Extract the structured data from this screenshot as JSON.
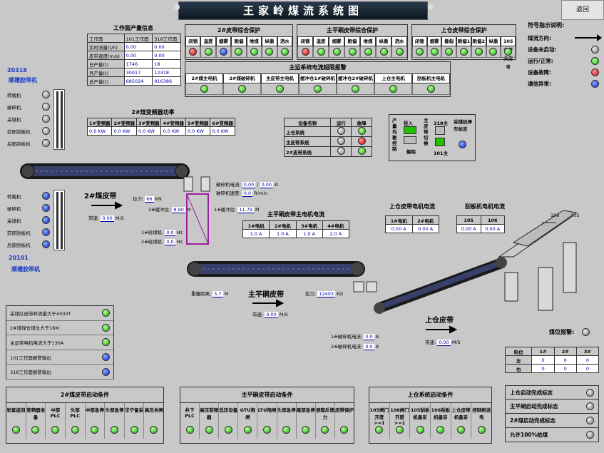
{
  "title": "王家岭煤流系统图",
  "back_label": "返回",
  "prod_info": {
    "title": "工作面产量信息",
    "headers": [
      "工作面",
      "101工作面",
      "318工作面"
    ],
    "rows": [
      {
        "label": "实时流量(t/h)",
        "a": "0.00",
        "b": "0.00"
      },
      {
        "label": "皮带速度(m/s)",
        "a": "0.00",
        "b": "0.00"
      },
      {
        "label": "日产量(t)",
        "a": "1746",
        "b": "18"
      },
      {
        "label": "月产量(t)",
        "a": "30017",
        "b": "12318"
      },
      {
        "label": "总产量(t)",
        "a": "685024",
        "b": "916386"
      }
    ]
  },
  "prot2": {
    "title": "2#皮带综合保护",
    "items": [
      "闭锁",
      "温度",
      "烟雾",
      "跑偏",
      "堆煤",
      "纵撕",
      "洒水"
    ],
    "states": [
      "red",
      "green",
      "blue",
      "green",
      "green",
      "green",
      "green"
    ]
  },
  "prot_main": {
    "title": "主平硐皮带综合保护",
    "items": [
      "闭锁",
      "温度",
      "烟雾",
      "跑偏",
      "堆煤",
      "纵撕",
      "洒水"
    ],
    "states": [
      "red",
      "green",
      "green",
      "green",
      "green",
      "green",
      "green"
    ]
  },
  "prot_up": {
    "title": "上仓皮带综合保护",
    "items": [
      "闭锁",
      "烟雾",
      "撕裂",
      "跑偏1",
      "跑偏2",
      "纵撕",
      "105仓开关信号"
    ],
    "states": [
      "green",
      "green",
      "green",
      "green",
      "green",
      "green",
      "green"
    ]
  },
  "legend": {
    "title": "符号指示说明:",
    "items": [
      {
        "label": "煤流方向:",
        "kind": "arrow"
      },
      {
        "label": "设备未启动:",
        "kind": "gray"
      },
      {
        "label": "运行/正常:",
        "kind": "green"
      },
      {
        "label": "设备故障:",
        "kind": "red"
      },
      {
        "label": "通信异常:",
        "kind": "blue"
      }
    ]
  },
  "overcurrent": {
    "title": "主运系统电流超限报警",
    "items": [
      "2#煤主电机",
      "2#煤破碎机",
      "主皮带主电机",
      "缓冲仓1#破碎机",
      "缓冲仓2#破碎机",
      "上仓主电机",
      "刮板机主电机"
    ],
    "states": [
      "green",
      "green",
      "green",
      "green",
      "green",
      "green",
      "green"
    ]
  },
  "belt_left_top": {
    "name": "20318",
    "name2": "顺槽胶带机",
    "items": [
      "转载机",
      "破碎机",
      "采煤机",
      "前部刮板机",
      "后部刮板机"
    ],
    "states": [
      "gray",
      "gray",
      "gray",
      "gray",
      "gray"
    ]
  },
  "belt_left_bot": {
    "name": "20101",
    "name2": "顺槽胶带机",
    "items": [
      "转载机",
      "破碎机",
      "采煤机",
      "前部刮板机",
      "后部刮板机"
    ],
    "states": [
      "blue",
      "blue",
      "blue",
      "blue",
      "blue"
    ]
  },
  "inverter": {
    "title": "2#煤变频器功率",
    "items": [
      "1#变频器",
      "2#变频器",
      "3#变频器",
      "4#变频器",
      "5#变频器",
      "6#变频器"
    ],
    "values": [
      "0.0",
      "0.0",
      "0.0",
      "0.0",
      "0.0",
      "0.0"
    ],
    "unit": "KW"
  },
  "dev_table": {
    "headers": [
      "设备名称",
      "运行",
      "故障"
    ],
    "rows": [
      {
        "name": "上仓系统",
        "run": "gray",
        "fault": "green"
      },
      {
        "name": "主皮带系统",
        "run": "gray",
        "fault": "red"
      },
      {
        "name": "2#皮带系统",
        "run": "gray",
        "fault": "green"
      }
    ]
  },
  "ctrl_box": {
    "col1": "产量均衡控制",
    "put": "投入",
    "cut": "解除",
    "mid": "主皮带切换",
    "t318": "318主",
    "t101": "101主",
    "coal": "采煤机停车标志"
  },
  "belt2": {
    "name": "2#煤皮带",
    "speed_label": "带速:",
    "speed": "0.00",
    "speed_unit": "M/S",
    "pull_label": "拉力:",
    "pull": "66",
    "pull_unit": "KN",
    "pos_label": "2#缓冲位:",
    "pos": "8.90",
    "pos_unit": "M",
    "m1_label": "1#给煤机:",
    "m1": "0.0",
    "m1_unit": "Hz",
    "m2_label": "2#给煤机:",
    "m2": "0.0",
    "m2_unit": "Hz",
    "crush_cur_label": "破碎机电流:",
    "crush_cur": "0.00",
    "crush_cur2": "0.00",
    "crush_cur_unit": "A",
    "crush_spd_label": "破碎机速度:",
    "crush_spd": "0.0",
    "crush_spd_unit": "R/min",
    "buf1_label": "1#缓冲位:",
    "buf1": "11.79",
    "buf1_unit": "M"
  },
  "main_belt": {
    "cur_title": "主平硐皮带主电机电流",
    "headers": [
      "1#电机",
      "2#电机",
      "3#电机",
      "4#电机"
    ],
    "values": [
      "1.0",
      "1.0",
      "1.0",
      "2.0"
    ],
    "unit": "A",
    "name": "主平硐皮带",
    "speed_label": "带速:",
    "speed": "0.00",
    "speed_unit": "M/S",
    "weight_label": "重锤距离:",
    "weight": "5.7",
    "weight_unit": "M",
    "pull_label": "拉力:",
    "pull": "12403",
    "pull_unit": "KG"
  },
  "up_belt": {
    "cur_title": "上仓皮带电机电流",
    "headers": [
      "1#电机",
      "2#电机"
    ],
    "values": [
      "0.00",
      "0.00"
    ],
    "unit": "A",
    "name": "上仓皮带",
    "speed_label": "带速:",
    "speed": "0.00",
    "speed_unit": "M/S",
    "c1_label": "1#破碎机电流:",
    "c1": "0.0",
    "c1_unit": "A",
    "c2_label": "2#破碎机电流:",
    "c2": "0.0",
    "c2_unit": "A"
  },
  "scraper": {
    "cur_title": "刮板机电机电流",
    "headers": [
      "105",
      "106"
    ],
    "values": [
      "0.00",
      "0.00"
    ],
    "unit": "A",
    "bin1": "106",
    "bin2": "105"
  },
  "bin_alarm": {
    "label": "煤位报警:",
    "state": "gray",
    "headers": [
      "料位",
      "1#",
      "2#",
      "3#"
    ],
    "rows": [
      {
        "label": "左",
        "v": [
          "0",
          "0",
          "0"
        ]
      },
      {
        "label": "右",
        "v": [
          "0",
          "0",
          "0"
        ]
      }
    ]
  },
  "alarms": [
    {
      "label": "采煤队皮带秤流量大于4500T",
      "state": "green"
    },
    {
      "label": "2#煤煤仓煤位大于16M",
      "state": "green"
    },
    {
      "label": "主运带电机电流大于136A",
      "state": "green"
    },
    {
      "label": "101工作面报警输出",
      "state": "blue"
    },
    {
      "label": "318工作面报警输出",
      "state": "blue"
    }
  ],
  "cond2": {
    "title": "2#煤皮带启动条件",
    "items": [
      "张紧返回",
      "变频器准备",
      "中部PLC",
      "头部PLC",
      "中部急停",
      "头部急停",
      "华宁备妥",
      "高压合闸"
    ],
    "states": [
      "green",
      "green",
      "green",
      "green",
      "green",
      "green",
      "green",
      "green"
    ]
  },
  "condmain": {
    "title": "主平硐皮带启动条件",
    "items": [
      "井下PLC",
      "高压变频器",
      "低压设备",
      "GTU抱闸",
      "LTU抱闸",
      "头部急停",
      "尾部急停",
      "液箱反馈力",
      "皮带保护"
    ],
    "states": [
      "green",
      "green",
      "green",
      "green",
      "green",
      "green",
      "green",
      "green",
      "green"
    ]
  },
  "condup": {
    "title": "上仓系统启动条件",
    "items": [
      "105闸门开度>=1",
      "106闸门开度>=1",
      "105刮板机备妥",
      "106刮板机备妥",
      "上仓皮带机备妥",
      "控制柜送电"
    ],
    "states": [
      "green",
      "green",
      "green",
      "green",
      "green",
      "green"
    ]
  },
  "flags": [
    {
      "label": "上仓启动完成标志",
      "state": "gray"
    },
    {
      "label": "主平硐启动完成标志",
      "state": "gray"
    },
    {
      "label": "2#煤启动完成标志",
      "state": "gray"
    },
    {
      "label": "允许100%给煤",
      "state": "gray"
    }
  ]
}
